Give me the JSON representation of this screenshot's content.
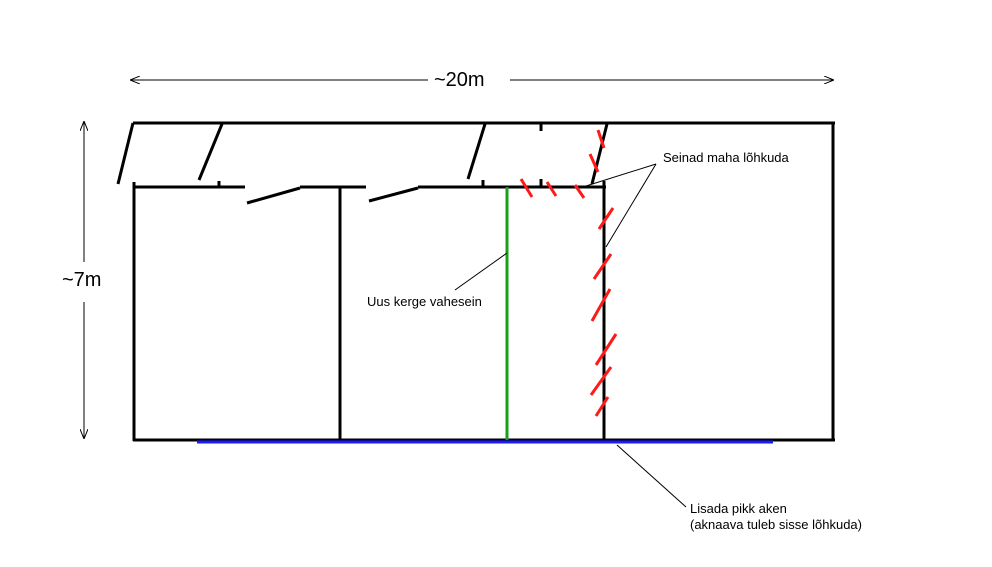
{
  "dimensions": {
    "width_label": "~20m",
    "height_label": "~7m"
  },
  "annotations": {
    "demolish_walls": "Seinad maha lõhkuda",
    "new_partition": "Uus kerge vahesein",
    "window_line1": "Lisada pikk aken",
    "window_line2": "(aknaava tuleb sisse lõhkuda)"
  },
  "colors": {
    "wall": "#000000",
    "new_partition": "#1a9f1a",
    "demolish": "#ff1a1a",
    "window": "#1a1aff"
  }
}
